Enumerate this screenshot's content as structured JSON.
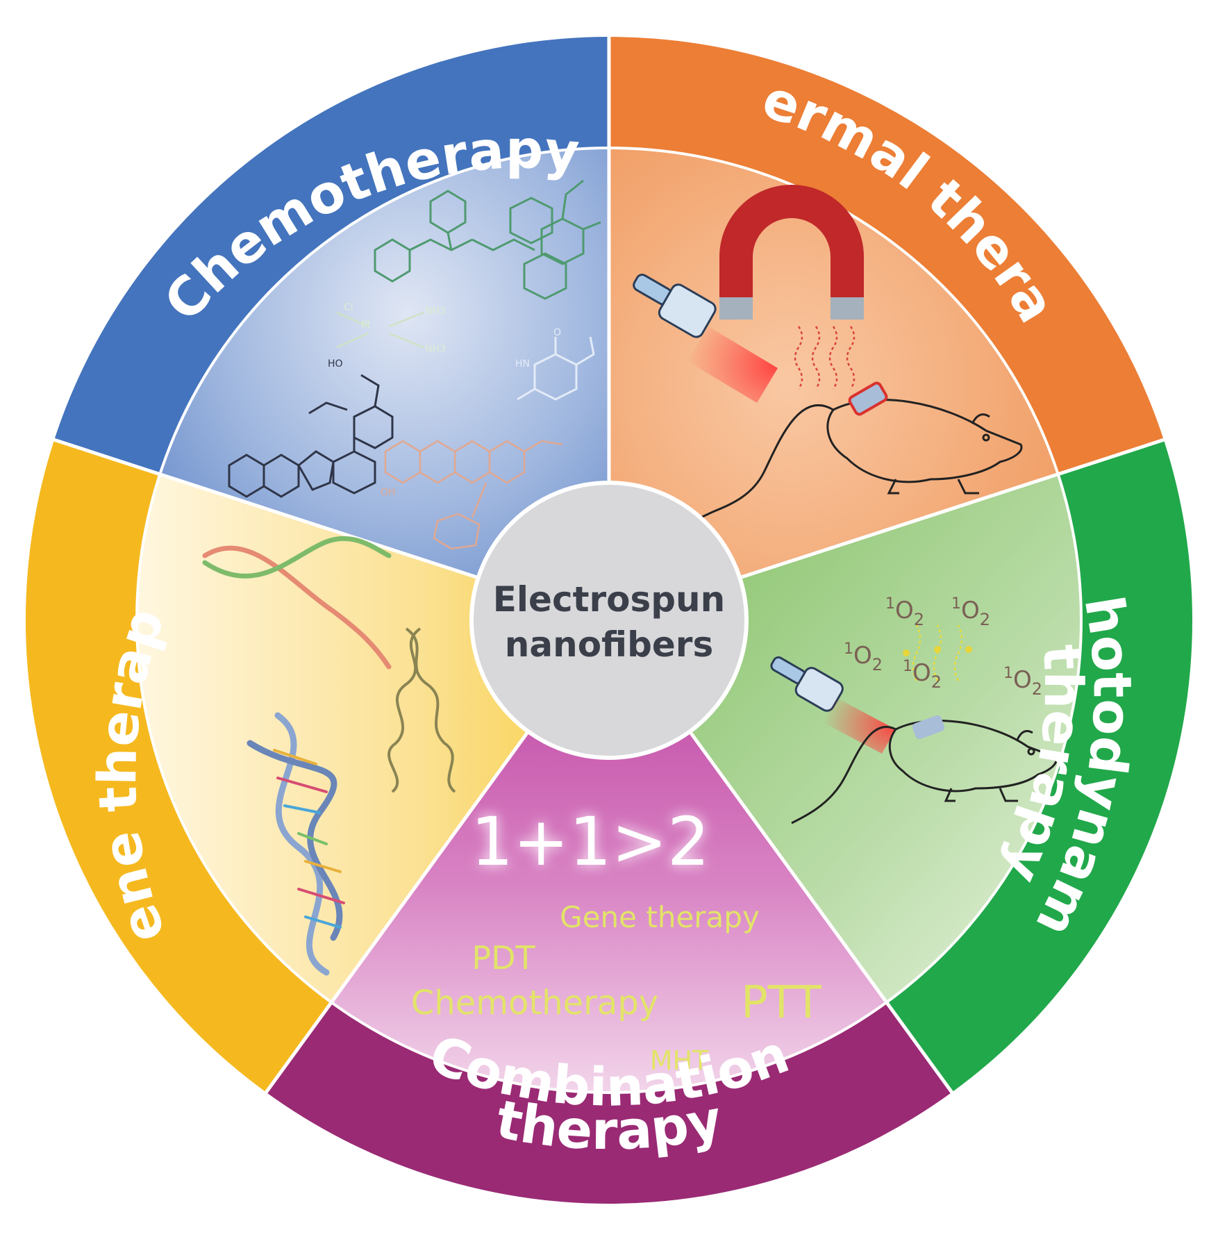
{
  "center": {
    "line1": "Electrospun",
    "line2": "nanofibers"
  },
  "segments": {
    "chemotherapy": {
      "label": "Chemotherapy",
      "color": "#4474bd"
    },
    "thermal": {
      "label": "Thermal therapy",
      "color": "#ec7e35"
    },
    "photodynamic": {
      "line1": "Photodynamic",
      "line2": "therapy",
      "color": "#21a84a"
    },
    "combination": {
      "line1": "Combination",
      "line2": "therapy",
      "color": "#9a2a74"
    },
    "gene": {
      "label": "Gene therapy",
      "color": "#f5b91f"
    }
  },
  "combination_panel": {
    "headline": "1+1>2",
    "terms": {
      "gene": "Gene therapy",
      "pdt": "PDT",
      "chemo": "Chemotherapy",
      "ptt": "PTT",
      "mht": "MHT"
    }
  },
  "singlet_oxygen": {
    "prefix": "1",
    "species": "O",
    "subscript": "2"
  },
  "chem_atoms": {
    "cl": "Cl",
    "pt": "Pt",
    "nh3": "NH3",
    "ho": "HO",
    "nh": "HN",
    "o": "O",
    "oh": "OH"
  }
}
